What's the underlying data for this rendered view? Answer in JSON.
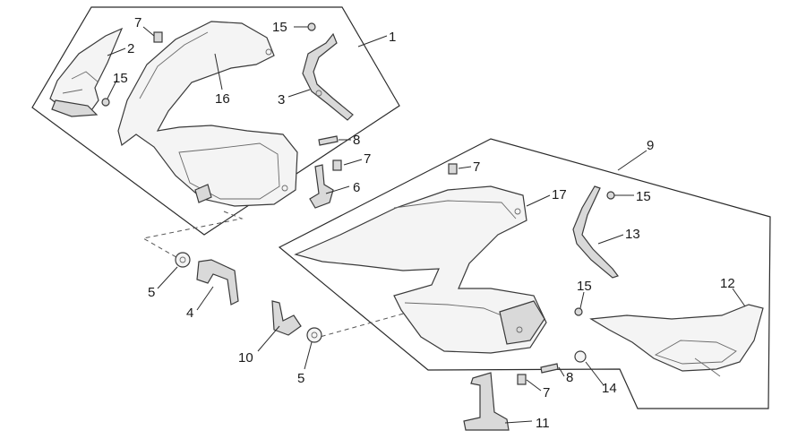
{
  "callouts": [
    {
      "id": "c1",
      "text": "1"
    },
    {
      "id": "c2",
      "text": "2"
    },
    {
      "id": "c3",
      "text": "3"
    },
    {
      "id": "c4",
      "text": "4"
    },
    {
      "id": "c5a",
      "text": "5"
    },
    {
      "id": "c5b",
      "text": "5"
    },
    {
      "id": "c6",
      "text": "6"
    },
    {
      "id": "c7a",
      "text": "7"
    },
    {
      "id": "c7b",
      "text": "7"
    },
    {
      "id": "c7c",
      "text": "7"
    },
    {
      "id": "c7d",
      "text": "7"
    },
    {
      "id": "c8a",
      "text": "8"
    },
    {
      "id": "c8b",
      "text": "8"
    },
    {
      "id": "c9",
      "text": "9"
    },
    {
      "id": "c10",
      "text": "10"
    },
    {
      "id": "c11",
      "text": "11"
    },
    {
      "id": "c12",
      "text": "12"
    },
    {
      "id": "c13",
      "text": "13"
    },
    {
      "id": "c14",
      "text": "14"
    },
    {
      "id": "c15a",
      "text": "15"
    },
    {
      "id": "c15b",
      "text": "15"
    },
    {
      "id": "c15c",
      "text": "15"
    },
    {
      "id": "c15d",
      "text": "15"
    },
    {
      "id": "c16",
      "text": "16"
    },
    {
      "id": "c17",
      "text": "17"
    }
  ]
}
